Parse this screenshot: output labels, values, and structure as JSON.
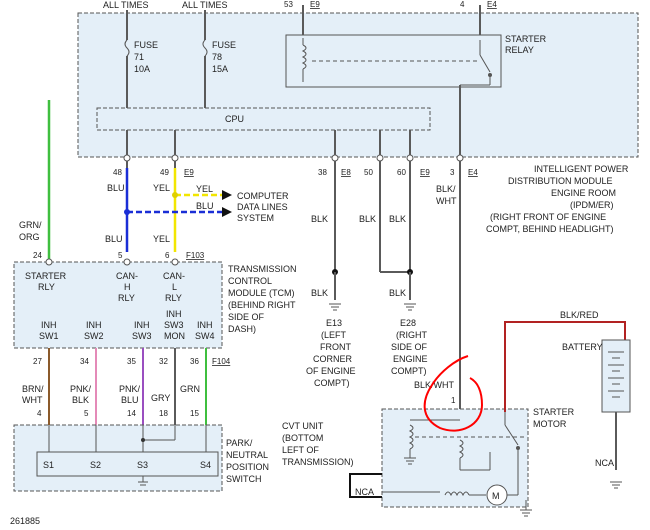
{
  "figure_id": "261885",
  "ipdm": {
    "label": [
      "INTELLIGENT POWER",
      "DISTRIBUTION MODULE",
      "ENGINE ROOM",
      "(IPDM/ER)",
      "(RIGHT FRONT OF ENGINE",
      "COMPT, BEHIND HEADLIGHT)"
    ],
    "all_times": "ALL TIMES",
    "fuse": "FUSE",
    "fuse1_num": "71",
    "fuse1_amp": "10A",
    "fuse2_num": "78",
    "fuse2_amp": "15A",
    "cpu": "CPU",
    "starter_relay": [
      "STARTER",
      "RELAY"
    ],
    "pin53": "53",
    "e9_top": "E9",
    "pin4_top": "4",
    "e4_top": "E4",
    "pin48": "48",
    "pin49": "49",
    "e9_mid": "E9",
    "pin38": "38",
    "e8": "E8",
    "pin50": "50",
    "pin60": "60",
    "e9_b": "E9",
    "pin3": "3",
    "e4_b": "E4"
  },
  "wires": {
    "blu": "BLU",
    "yel": "YEL",
    "blk": "BLK",
    "blk_wht": [
      "BLK/",
      "WHT"
    ],
    "grn_org": [
      "GRN/",
      "ORG"
    ],
    "brn_wht": [
      "BRN/",
      "WHT"
    ],
    "pnk_blk": [
      "PNK/",
      "BLK"
    ],
    "pnk_blu": [
      "PNK/",
      "BLU"
    ],
    "gry": "GRY",
    "grn": "GRN",
    "blk_red": "BLK/RED",
    "blk_wht_motor": "BLK/WHT"
  },
  "data_lines": [
    "COMPUTER",
    "DATA LINES",
    "SYSTEM"
  ],
  "tcm": {
    "label": [
      "TRANSMISSION",
      "CONTROL",
      "MODULE (TCM)",
      "(BEHIND RIGHT",
      "SIDE OF",
      "DASH)"
    ],
    "starter_rly": [
      "STARTER",
      "RLY"
    ],
    "can_h": [
      "CAN-",
      "H",
      "RLY"
    ],
    "can_l": [
      "CAN-",
      "L",
      "RLY"
    ],
    "inh": [
      [
        "INH",
        "SW1"
      ],
      [
        "INH",
        "SW2"
      ],
      [
        "INH",
        "SW3"
      ],
      [
        "INH",
        "SW3",
        "MON"
      ],
      [
        "INH",
        "SW4"
      ]
    ],
    "pin24": "24",
    "pin5": "5",
    "pin6": "6",
    "f103": "F103",
    "pins_bottom": [
      "27",
      "34",
      "35",
      "32",
      "36"
    ],
    "f104": "F104"
  },
  "grounds": {
    "e13": [
      "E13",
      "(LEFT",
      "FRONT",
      "CORNER",
      "OF ENGINE",
      "COMPT)"
    ],
    "e28": [
      "E28",
      "(RIGHT",
      "SIDE OF",
      "ENGINE",
      "COMPT)"
    ]
  },
  "cvt": {
    "label": [
      "CVT UNIT",
      "(BOTTOM",
      "LEFT OF",
      "TRANSMISSION)"
    ],
    "switch_label": [
      "PARK/",
      "NEUTRAL",
      "POSITION",
      "SWITCH"
    ],
    "pins": [
      "4",
      "5",
      "14",
      "18",
      "15"
    ],
    "switches": [
      "S1",
      "S2",
      "S3",
      "S4"
    ]
  },
  "starter": {
    "label": [
      "STARTER",
      "MOTOR"
    ],
    "pin1": "1",
    "nca": "NCA",
    "motor": "M"
  },
  "battery": {
    "label": "BATTERY",
    "nca": "NCA"
  },
  "colors": {
    "blu": "#1a2ed6",
    "yel": "#f2e600",
    "grn": "#3fbf3f",
    "brn": "#8b5a2b",
    "pnk": "#e48ab8",
    "purple": "#9a4fc0",
    "red_wire": "#b22222",
    "highlight": "#ff0000",
    "box_fill": "#e4eff8"
  }
}
